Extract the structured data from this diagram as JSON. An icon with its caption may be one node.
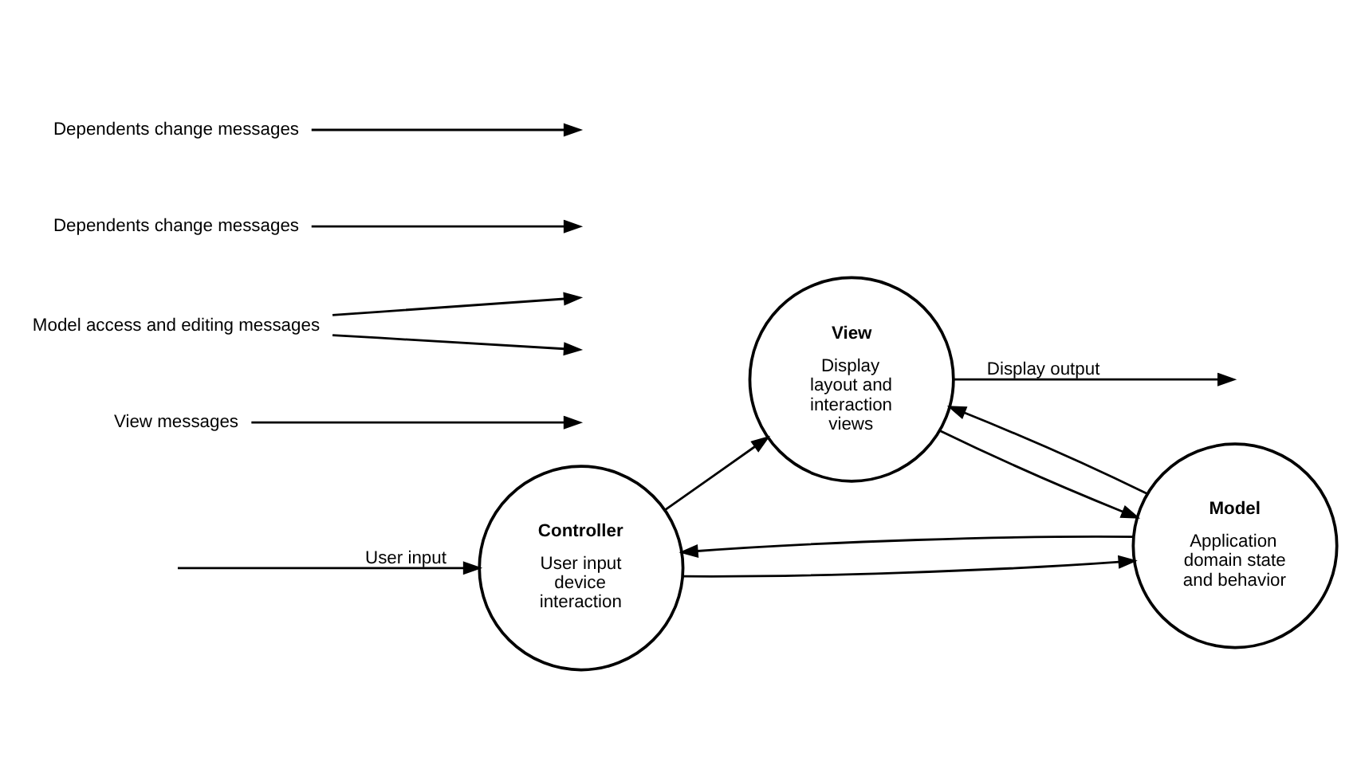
{
  "diagram": {
    "nodes": [
      {
        "text": [
          "Controller",
          "User input device interaction"
        ]
      },
      {
        "text": [
          "View",
          "Display layout and interaction views"
        ]
      },
      {
        "text": [
          "Model",
          "Application domain state and behavior"
        ]
      },
      {
        "text": [
          "View messages"
        ]
      },
      {
        "text": [
          "Model access and editing messages"
        ]
      },
      {
        "text": [
          "Dependents change messages"
        ]
      },
      {
        "text": [
          "Dependents change messages"
        ]
      }
    ],
    "edges": [
      {
        "from": null,
        "to": 0,
        "arrow": "to",
        "label": "User input"
      },
      {
        "from": 0,
        "to": 1,
        "arrow": "to"
      },
      {
        "from": 1,
        "to": null,
        "arrow": "to",
        "label": "Display output"
      },
      {
        "from": 3,
        "to": null,
        "arrow": "to"
      },
      {
        "from": 2,
        "to": 0,
        "arrow": "to"
      },
      {
        "from": 0,
        "to": 2,
        "arrow": "to"
      },
      {
        "from": 1,
        "to": 2,
        "arrow": "to"
      },
      {
        "from": 2,
        "to": 1,
        "arrow": "to"
      },
      {
        "from": 4,
        "to": null,
        "arrow": "to"
      },
      {
        "from": 4,
        "to": null,
        "arrow": "to"
      },
      {
        "from": 5,
        "to": null,
        "arrow": "to"
      },
      {
        "from": 6,
        "to": null,
        "arrow": "to"
      }
    ]
  }
}
